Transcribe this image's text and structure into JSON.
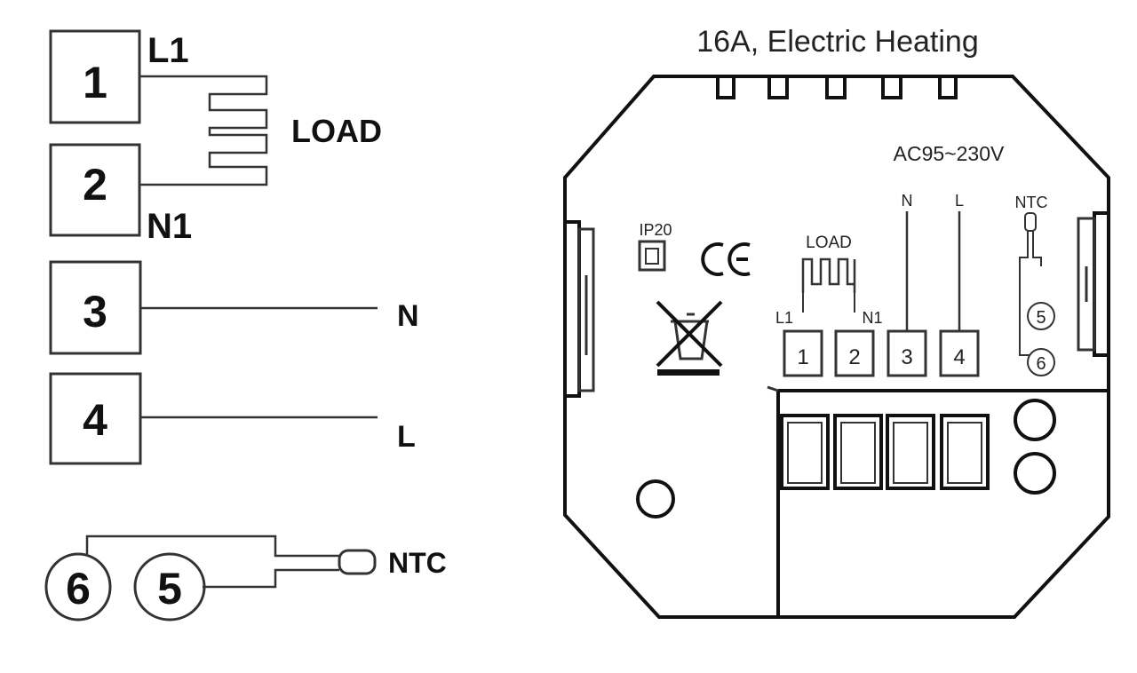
{
  "left_diagram": {
    "terminals": [
      {
        "number": "1",
        "label": "L1"
      },
      {
        "number": "2",
        "label": "N1"
      },
      {
        "number": "3",
        "label": "N"
      },
      {
        "number": "4",
        "label": "L"
      }
    ],
    "load_label": "LOAD",
    "sensor": {
      "terminals": [
        "6",
        "5"
      ],
      "label": "NTC"
    }
  },
  "right_diagram": {
    "title": "16A, Electric Heating",
    "voltage": "AC95~230V",
    "ip_rating": "IP20",
    "ce_mark": "CE",
    "load_label": "LOAD",
    "wire_labels": {
      "l1": "L1",
      "n1": "N1",
      "n": "N",
      "l": "L",
      "ntc": "NTC"
    },
    "terminals": [
      "1",
      "2",
      "3",
      "4"
    ],
    "sensor_terminals": [
      "5",
      "6"
    ]
  },
  "icons": [
    "weee-crossed-bin-icon",
    "ce-mark-icon",
    "ip20-square-icon",
    "ntc-probe-icon"
  ]
}
